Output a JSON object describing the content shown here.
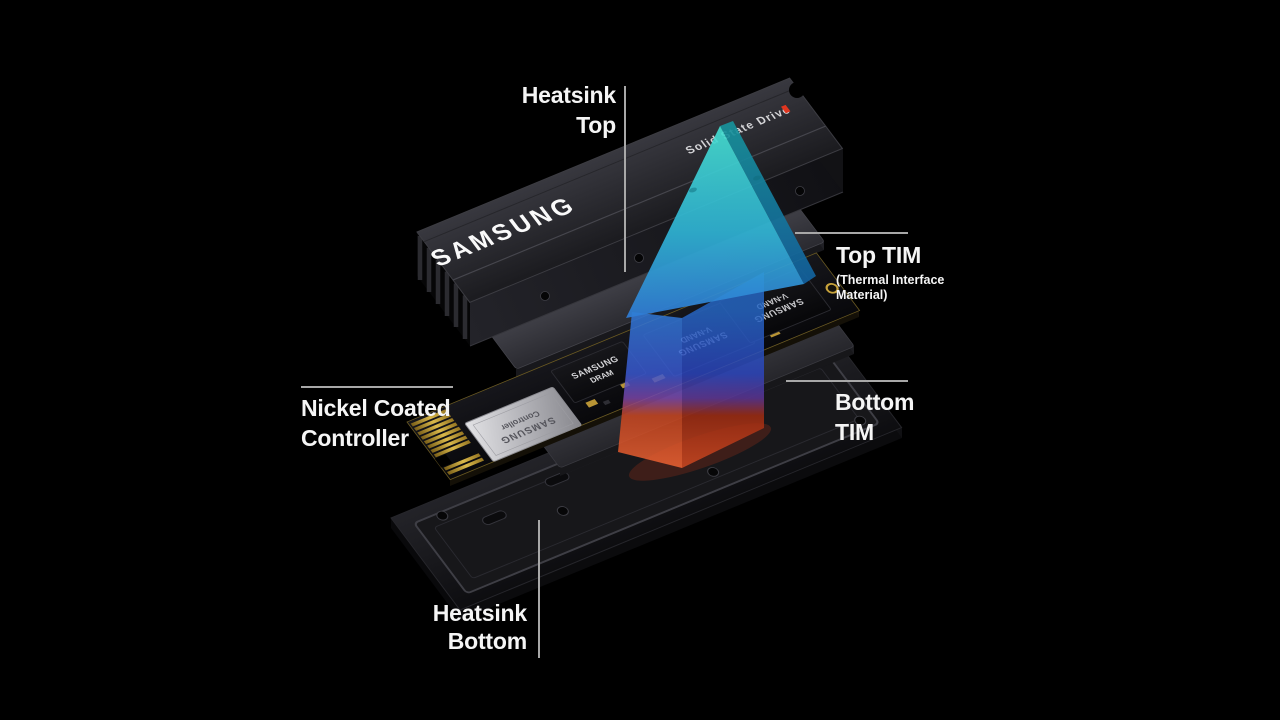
{
  "diagram": {
    "background": "#000000",
    "callouts": {
      "heatsink_top": {
        "line1": "Heatsink",
        "line2": "Top"
      },
      "top_tim": {
        "title": "Top TIM",
        "subtitle_line1": "(Thermal Interface",
        "subtitle_line2": "Material)"
      },
      "nickel_coated_controller": {
        "line1": "Nickel Coated",
        "line2": "Controller"
      },
      "bottom_tim": {
        "line1": "Bottom",
        "line2": "TIM"
      },
      "heatsink_bottom": {
        "line1": "Heatsink",
        "line2": "Bottom"
      }
    },
    "device": {
      "heatsink_brand": "SAMSUNG",
      "heatsink_product": "Solid State Drive",
      "controller_chip_line1": "SAMSUNG",
      "controller_chip_line2": "Controller",
      "dram_chip_line1": "SAMSUNG",
      "dram_chip_line2": "DRAM",
      "nand_chip_line1": "SAMSUNG",
      "nand_chip_line2": "V-NAND"
    },
    "colors": {
      "background": "#000000",
      "label_text": "#f5f5f5",
      "callout_line": "#a8a8a8",
      "arrow_cyan": "#45ded0",
      "arrow_blue": "#2f7ad6",
      "arrow_red": "#ef6434",
      "logo_red": "#e0351f",
      "pcb_gold": "#d9b84a",
      "controller_silver": "#d9d9d9"
    }
  }
}
